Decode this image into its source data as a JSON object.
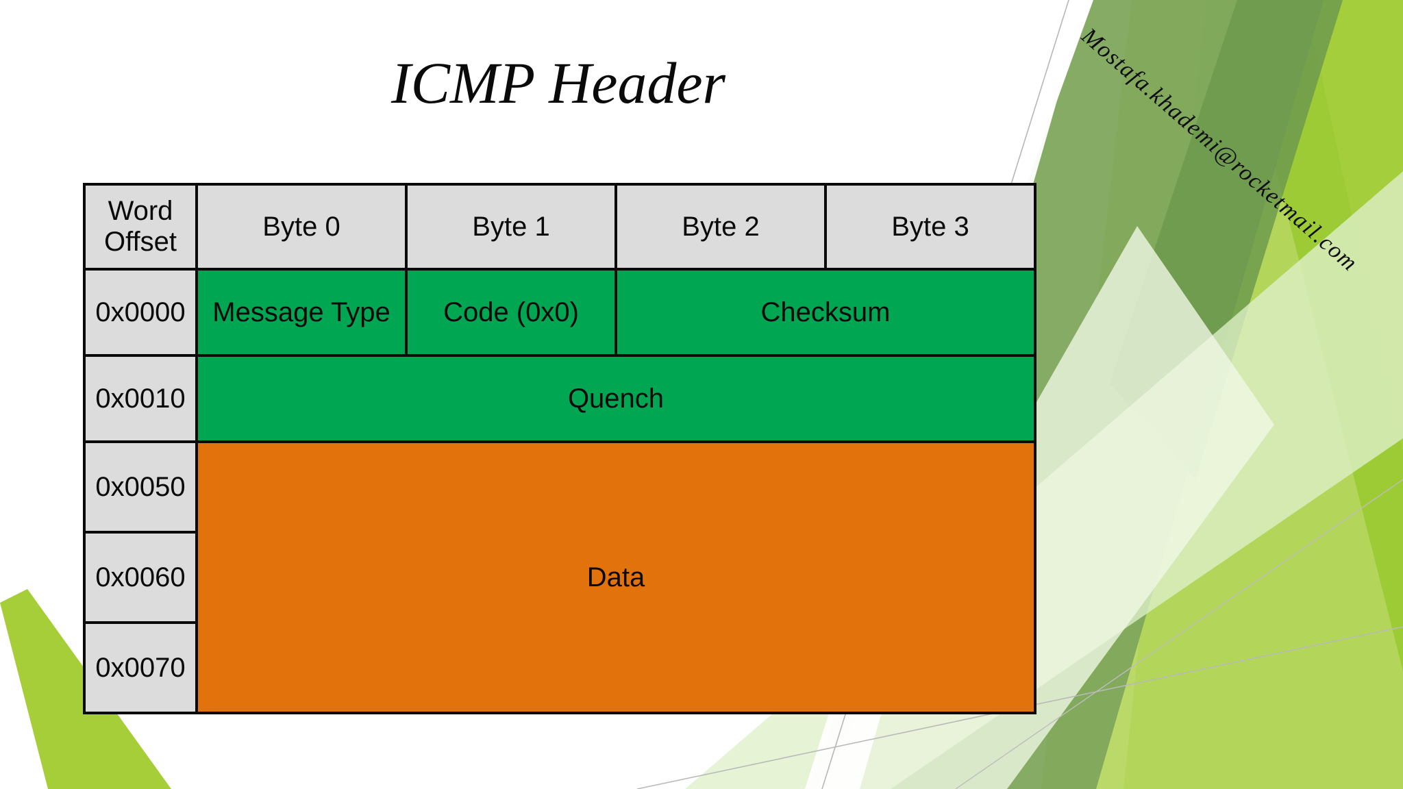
{
  "slide": {
    "title": "ICMP Header",
    "watermark": "Mostafa.khademi@rocketmail.com",
    "colors": {
      "green": "#00a651",
      "orange": "#e2720c",
      "gray": "#dcdcdc",
      "border": "#0a0a0a",
      "decor_green_dark": "#7aa757",
      "decor_green_mid": "#8cc63f",
      "decor_green_bright": "#a6ce39",
      "decor_green_pale": "#dbe9c3",
      "decor_green_palest": "#eef5e2"
    }
  },
  "table": {
    "columns": [
      "Word Offset",
      "Byte 0",
      "Byte 1",
      "Byte 2",
      "Byte 3"
    ],
    "header": {
      "offset_label": "Word Offset",
      "offset_label_line1": "Word",
      "offset_label_line2": "Offset",
      "byte0": "Byte 0",
      "byte1": "Byte 1",
      "byte2": "Byte 2",
      "byte3": "Byte 3"
    },
    "rows": [
      {
        "offset": "0x0000",
        "cells": [
          {
            "label": "Message Type",
            "span": 1,
            "color": "green"
          },
          {
            "label": "Code (0x0)",
            "span": 1,
            "color": "green"
          },
          {
            "label": "Checksum",
            "span": 2,
            "color": "green"
          }
        ]
      },
      {
        "offset": "0x0010",
        "cells": [
          {
            "label": "Quench",
            "span": 4,
            "color": "green"
          }
        ]
      },
      {
        "offset": "0x0050",
        "cells": [
          {
            "label": "Data",
            "span": 4,
            "color": "orange",
            "rowspan": 3
          }
        ]
      },
      {
        "offset": "0x0060",
        "cells": []
      },
      {
        "offset": "0x0070",
        "cells": []
      }
    ],
    "field_labels": {
      "message_type": "Message Type",
      "code": "Code (0x0)",
      "checksum": "Checksum",
      "quench": "Quench",
      "data": "Data"
    },
    "offsets": [
      "0x0000",
      "0x0010",
      "0x0050",
      "0x0060",
      "0x0070"
    ]
  }
}
